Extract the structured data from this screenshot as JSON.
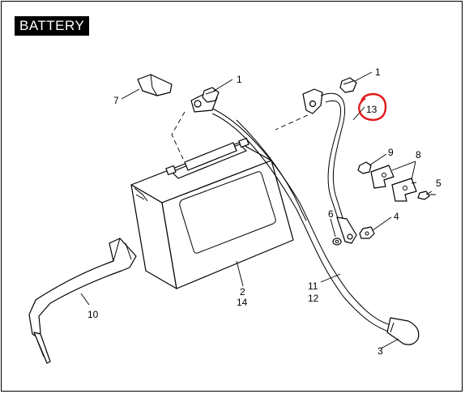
{
  "title": "BATTERY",
  "highlight_color": "#e01b1b",
  "callouts": {
    "c1a": "1",
    "c1b": "1",
    "c2": "2",
    "c3": "3",
    "c4": "4",
    "c5": "5",
    "c6": "6",
    "c7": "7",
    "c8": "8",
    "c9": "9",
    "c10": "10",
    "c11": "11",
    "c12": "12",
    "c13": "13",
    "c14": "14"
  }
}
